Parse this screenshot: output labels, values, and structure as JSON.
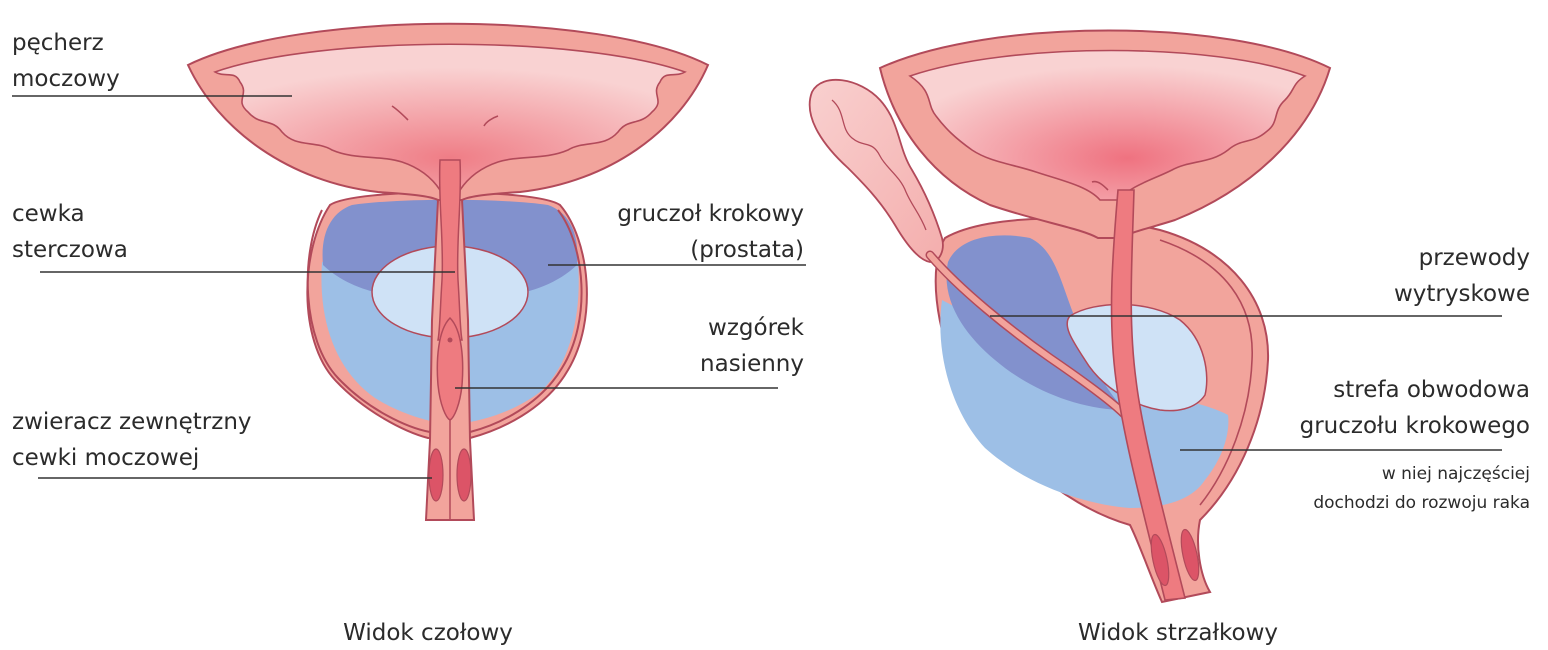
{
  "labels": {
    "bladder": [
      "pęcherz",
      "moczowy"
    ],
    "prostatic_urethra": [
      "cewka",
      "sterczowa"
    ],
    "external_sphincter": [
      "zwieracz zewnętrzny",
      "cewki moczowej"
    ],
    "prostate": [
      "gruczoł krokowy",
      "(prostata)"
    ],
    "verumontanum": [
      "wzgórek",
      "nasienny"
    ],
    "ejaculatory_ducts": [
      "przewody",
      "wytryskowe"
    ],
    "peripheral_zone": [
      "strefa obwodowa",
      "gruczołu krokowego"
    ],
    "cancer_note": [
      "w niej najczęściej",
      "dochodzi do rozwoju raka"
    ]
  },
  "captions": {
    "frontal": "Widok czołowy",
    "sagittal": "Widok strzałkowy"
  },
  "colors": {
    "outline": "#b24a5a",
    "bladder_wall": "#f2a49c",
    "bladder_inner_light": "#f9cfcf",
    "bladder_inner_dark": "#ef7d86",
    "urethra": "#ee7b80",
    "sphincter": "#dc5467",
    "central_zone": "#8291cd",
    "peripheral_zone": "#9dbfe6",
    "transition_zone": "#cfe2f6",
    "seminal_vesicle": "#f7c3c1",
    "line": "#333333",
    "text": "#2b2b2b"
  }
}
